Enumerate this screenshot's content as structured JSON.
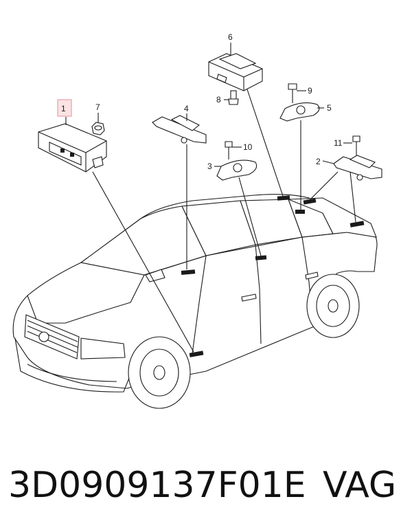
{
  "diagram": {
    "callouts": [
      {
        "id": "1",
        "label": "1",
        "highlighted": true
      },
      {
        "id": "2",
        "label": "2"
      },
      {
        "id": "3",
        "label": "3"
      },
      {
        "id": "4",
        "label": "4"
      },
      {
        "id": "5",
        "label": "5"
      },
      {
        "id": "6",
        "label": "6"
      },
      {
        "id": "7",
        "label": "7"
      },
      {
        "id": "8",
        "label": "8"
      },
      {
        "id": "9",
        "label": "9"
      },
      {
        "id": "10",
        "label": "10"
      },
      {
        "id": "11",
        "label": "11"
      }
    ],
    "highlight_color": "#e5a1a8"
  },
  "caption": {
    "part_number": "3D0909137F01E",
    "brand": "VAG"
  }
}
